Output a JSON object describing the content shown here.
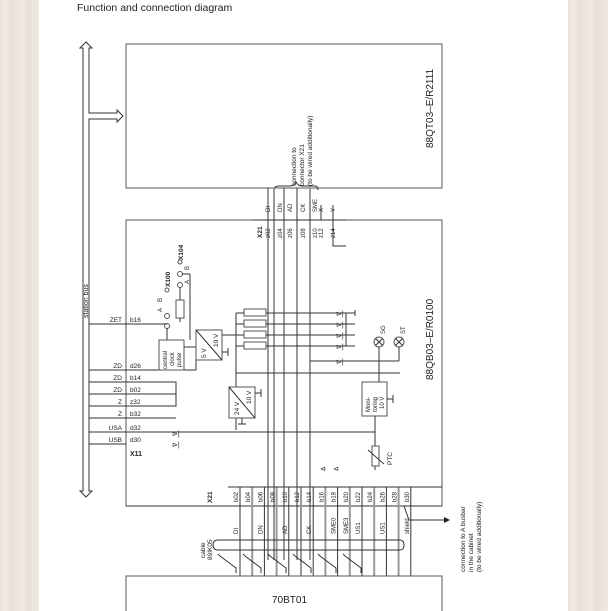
{
  "page": {
    "title": "Function and connection diagram"
  },
  "station_bus": {
    "label": "station bus"
  },
  "module_top": {
    "name": "88QT03–E/R2111",
    "note_line1": "connection to",
    "note_line2": "connector X21",
    "note_line3": "(to be wired additionally)"
  },
  "module_mid": {
    "name": "88QB03–E/R0100",
    "connector_top": "X21",
    "connector_left": "X11",
    "connector_bottom": "X21",
    "clock_block": {
      "line1": "central",
      "line2": "clock",
      "line3": "pulse"
    },
    "converter1": {
      "in": "5 V",
      "out": "10 V"
    },
    "converter2": {
      "in": "24 V",
      "out": "10 V"
    },
    "monitoring": {
      "line1": "Moni-",
      "line2": "toring",
      "line3": "10 V"
    },
    "lamps": [
      "SG",
      "ST"
    ],
    "ptc": "PTC",
    "jumpers": [
      {
        "name": "X100",
        "a": "A",
        "b": "B"
      },
      {
        "name": "X104",
        "a": "A",
        "b": "B"
      }
    ]
  },
  "top_signals": [
    {
      "signal": "DI",
      "pin": "z02"
    },
    {
      "signal": "DN",
      "pin": "z04"
    },
    {
      "signal": "AD",
      "pin": "z06"
    },
    {
      "signal": "CK",
      "pin": "z08"
    },
    {
      "signal": "SME",
      "pin": "z10"
    },
    {
      "signal": "X",
      "pin": "z12"
    },
    {
      "signal": "Y",
      "pin": "z14"
    }
  ],
  "left_signals": [
    {
      "signal": "ZET",
      "pin": "b16"
    },
    {
      "signal": "ZD",
      "pin": "d26"
    },
    {
      "signal": "ZD",
      "pin": "b14"
    },
    {
      "signal": "ZD",
      "pin": "b02"
    },
    {
      "signal": "Z",
      "pin": "z32"
    },
    {
      "signal": "Z",
      "pin": "b32"
    },
    {
      "signal": "USA",
      "pin": "d32"
    },
    {
      "signal": "USB",
      "pin": "d30"
    }
  ],
  "bottom_pins": [
    "b02",
    "b04",
    "b06",
    "b08",
    "b10",
    "b12",
    "b14",
    "b16",
    "b18",
    "b20",
    "b22",
    "b24",
    "b26",
    "b28",
    "b30"
  ],
  "bottom_signals": [
    {
      "signal": "DI",
      "pin": "b02"
    },
    {
      "signal": "DN",
      "pin": "b06"
    },
    {
      "signal": "AD",
      "pin": "b10"
    },
    {
      "signal": "CK",
      "pin": "b14"
    },
    {
      "signal": "SME0",
      "pin": "b18"
    },
    {
      "signal": "SME3",
      "pin": "b20"
    },
    {
      "signal": "US1",
      "pin": "b22"
    },
    {
      "signal": "US1",
      "pin": "b26"
    },
    {
      "signal": "shield",
      "pin": "b30"
    }
  ],
  "cable": {
    "line1": "cable",
    "line2": "89IK05"
  },
  "busbar_note": {
    "line1": "connection to A busbar",
    "line2": "in the cabinet",
    "line3": "(to be wired additionally)"
  },
  "module_bottom": {
    "name": "70BT01"
  }
}
